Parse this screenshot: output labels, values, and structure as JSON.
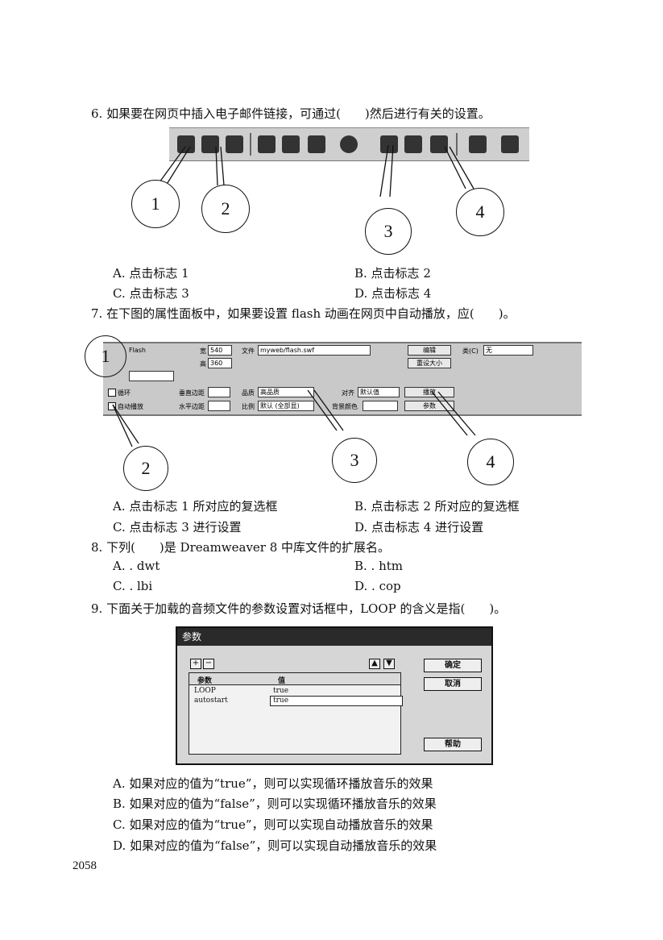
{
  "questions": [
    {
      "stem": "6. 如果要在网页中插入电子邮件链接，可通过(　　)然后进行有关的设置。",
      "options": [
        "A. 点击标志 1",
        "B. 点击标志 2",
        "C. 点击标志 3",
        "D. 点击标志 4"
      ],
      "callouts": [
        "1",
        "2",
        "3",
        "4"
      ]
    },
    {
      "stem": "7. 在下图的属性面板中，如果要设置 flash 动画在网页中自动播放，应(　　)。",
      "options": [
        "A. 点击标志 1 所对应的复选框",
        "B. 点击标志 2 所对应的复选框",
        "C. 点击标志 3 进行设置",
        "D. 点击标志 4 进行设置"
      ],
      "callouts": [
        "1",
        "2",
        "3",
        "4"
      ],
      "panel": {
        "name": "Flash",
        "width_label": "宽",
        "width_value": "540",
        "height_label": "高",
        "height_value": "360",
        "file_label": "文件",
        "file_value": "myweb/flash.swf",
        "edit_button": "编辑",
        "reset_size_button": "重设大小",
        "class_label": "类(C)",
        "class_value": "无",
        "loop_label": "循环",
        "autoplay_label": "自动播放",
        "vspace_label": "垂直边距",
        "hspace_label": "水平边距",
        "quality_label": "品质",
        "quality_value": "高品质",
        "scale_label": "比例",
        "scale_value": "默认 (全部显)",
        "align_label": "对齐",
        "align_value": "默认值",
        "bgcolor_label": "背景颜色",
        "play_button": "播放",
        "params_button": "参数"
      }
    },
    {
      "stem": "8. 下列(　　)是 Dreamweaver 8 中库文件的扩展名。",
      "options": [
        "A. . dwt",
        "B. . htm",
        "C. . lbi",
        "D. . cop"
      ]
    },
    {
      "stem": "9. 下面关于加载的音频文件的参数设置对话框中，LOOP 的含义是指(　　)。",
      "options": [
        "A. 如果对应的值为“true”，则可以实现循环播放音乐的效果",
        "B. 如果对应的值为“false”，则可以实现循环播放音乐的效果",
        "C. 如果对应的值为“true”，则可以实现自动播放音乐的效果",
        "D. 如果对应的值为“false”，则可以实现自动播放音乐的效果"
      ],
      "dialog": {
        "title": "参数",
        "col_param": "参数",
        "col_value": "值",
        "rows": [
          {
            "param": "LOOP",
            "value": "true"
          },
          {
            "param": "autostart",
            "value": "true"
          }
        ],
        "ok_button": "确定",
        "cancel_button": "取消",
        "help_button": "帮助"
      }
    }
  ],
  "page_number": "2058"
}
